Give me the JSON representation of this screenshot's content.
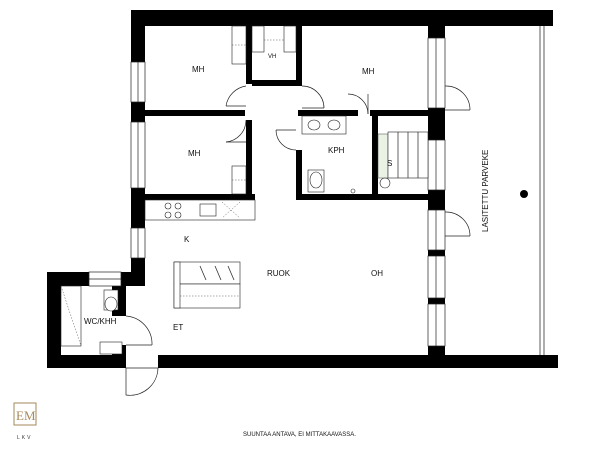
{
  "rooms": {
    "mh1": "MH",
    "vh": "VH",
    "mh2": "MH",
    "mh3": "MH",
    "kph": "KPH",
    "s": "S",
    "k": "K",
    "ruok": "RUOK",
    "oh": "OH",
    "wc_khh": "WC/KHH",
    "et": "ET",
    "balcony": "LASITETTU PARVEKE"
  },
  "logo": {
    "monogram": "EM",
    "text": "LKV"
  },
  "footer": {
    "note": "SUUNTAA ANTAVA, EI MITTAKAAVASSA."
  }
}
